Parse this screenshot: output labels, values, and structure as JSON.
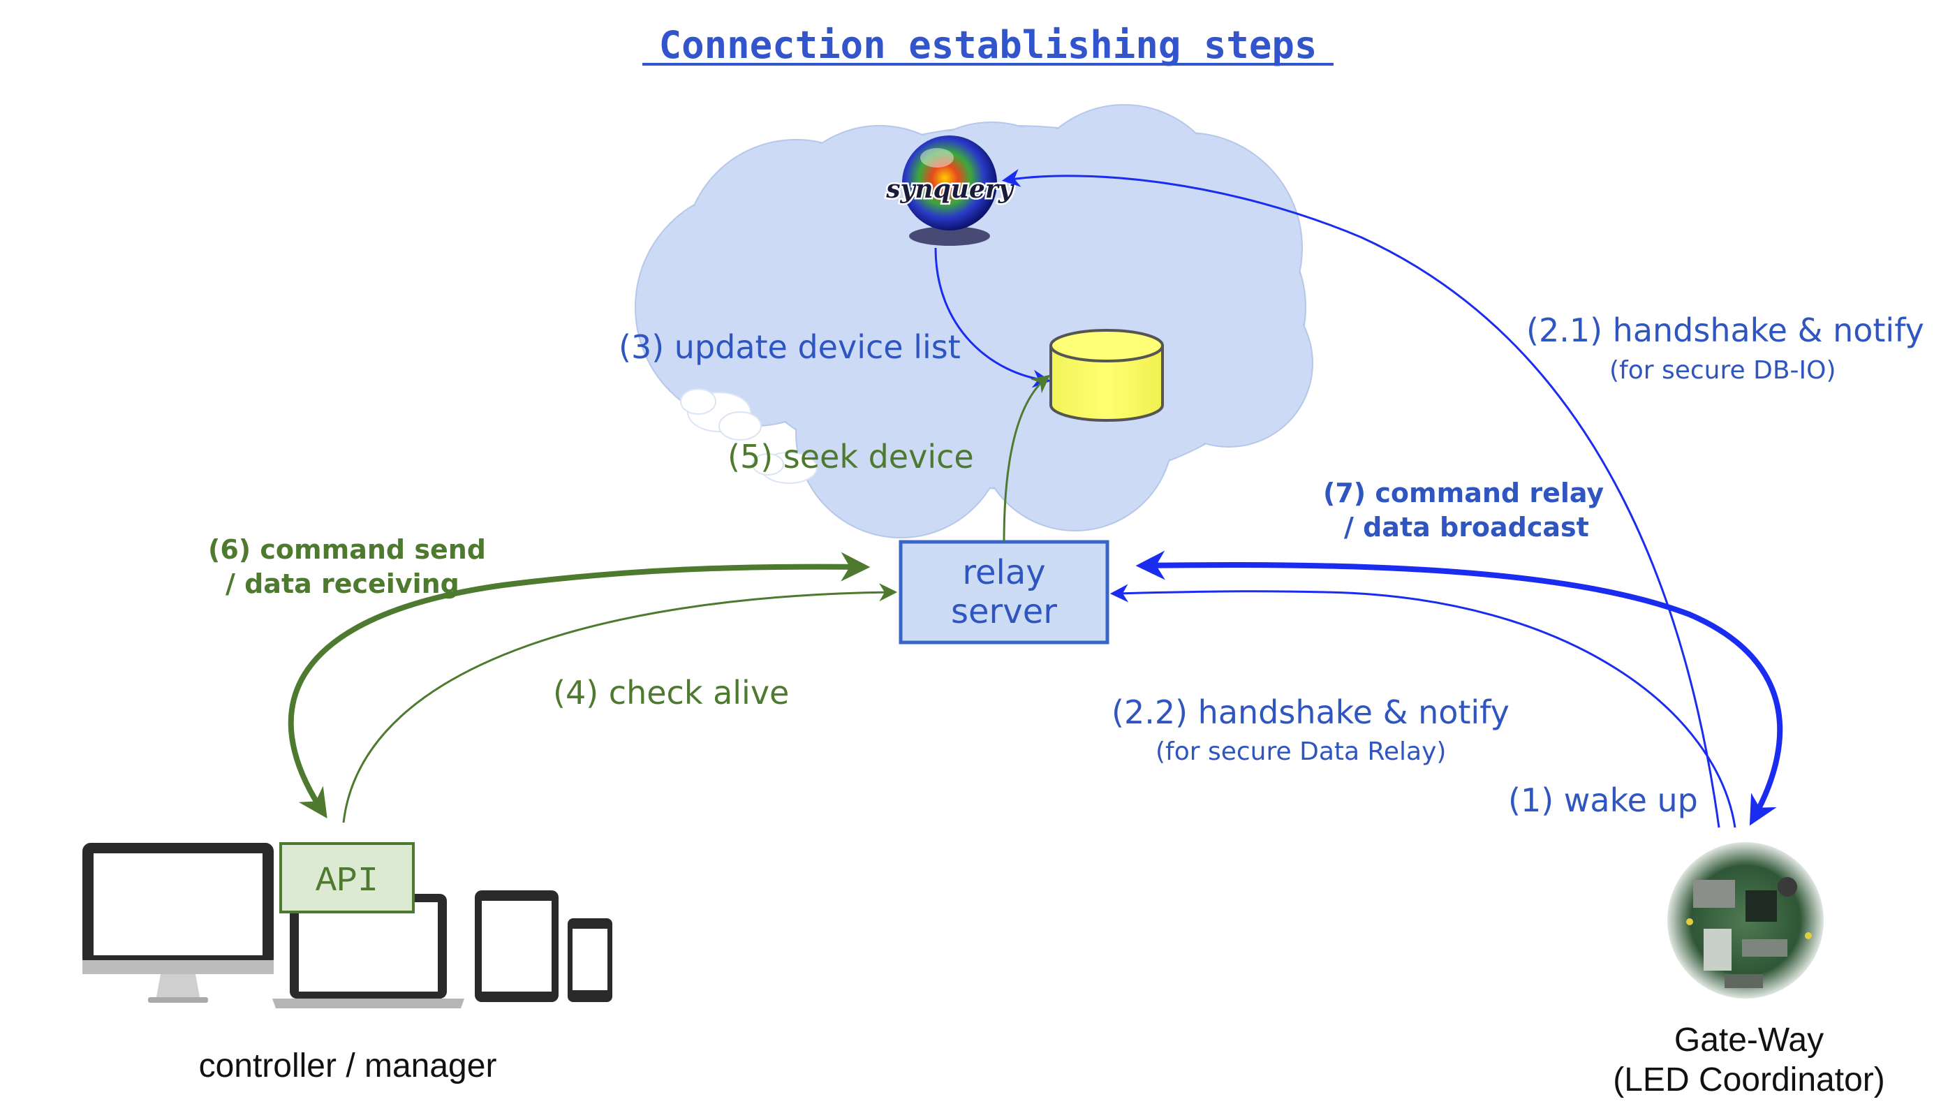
{
  "title": "Connection establishing steps",
  "logo": {
    "text": "synquery",
    "icon": "synquery-globe-logo"
  },
  "nodes": {
    "relay_server": [
      "relay",
      "server"
    ],
    "api": "API",
    "controller": "controller / manager",
    "gateway": [
      "Gate-Way",
      "(LED Coordinator)"
    ]
  },
  "steps": {
    "wake_up": "(1) wake up",
    "handshake_db": {
      "main": "(2.1) handshake & notify",
      "sub": "(for secure DB-IO)"
    },
    "handshake_relay": {
      "main": "(2.2) handshake & notify",
      "sub": "(for secure Data Relay)"
    },
    "update_device_list": "(3) update device list",
    "check_alive": "(4) check alive",
    "seek_device": "(5) seek device",
    "command_send": [
      "(6) command send",
      "/ data receiving"
    ],
    "command_relay": [
      "(7) command relay",
      "/ data broadcast"
    ]
  },
  "colors": {
    "title": "#3355cc",
    "blue_text": "#2e55c0",
    "blue_arrow": "#1a2cf0",
    "green": "#4d7a2e",
    "cloud": "#ccdaf5",
    "database": "#ffff66",
    "relay_box": "#cddcf5",
    "api_box": "#dce9d3"
  },
  "icons": [
    "desktop-monitor-icon",
    "laptop-icon",
    "tablet-icon",
    "smartphone-icon",
    "database-icon",
    "circuit-board-photo"
  ]
}
